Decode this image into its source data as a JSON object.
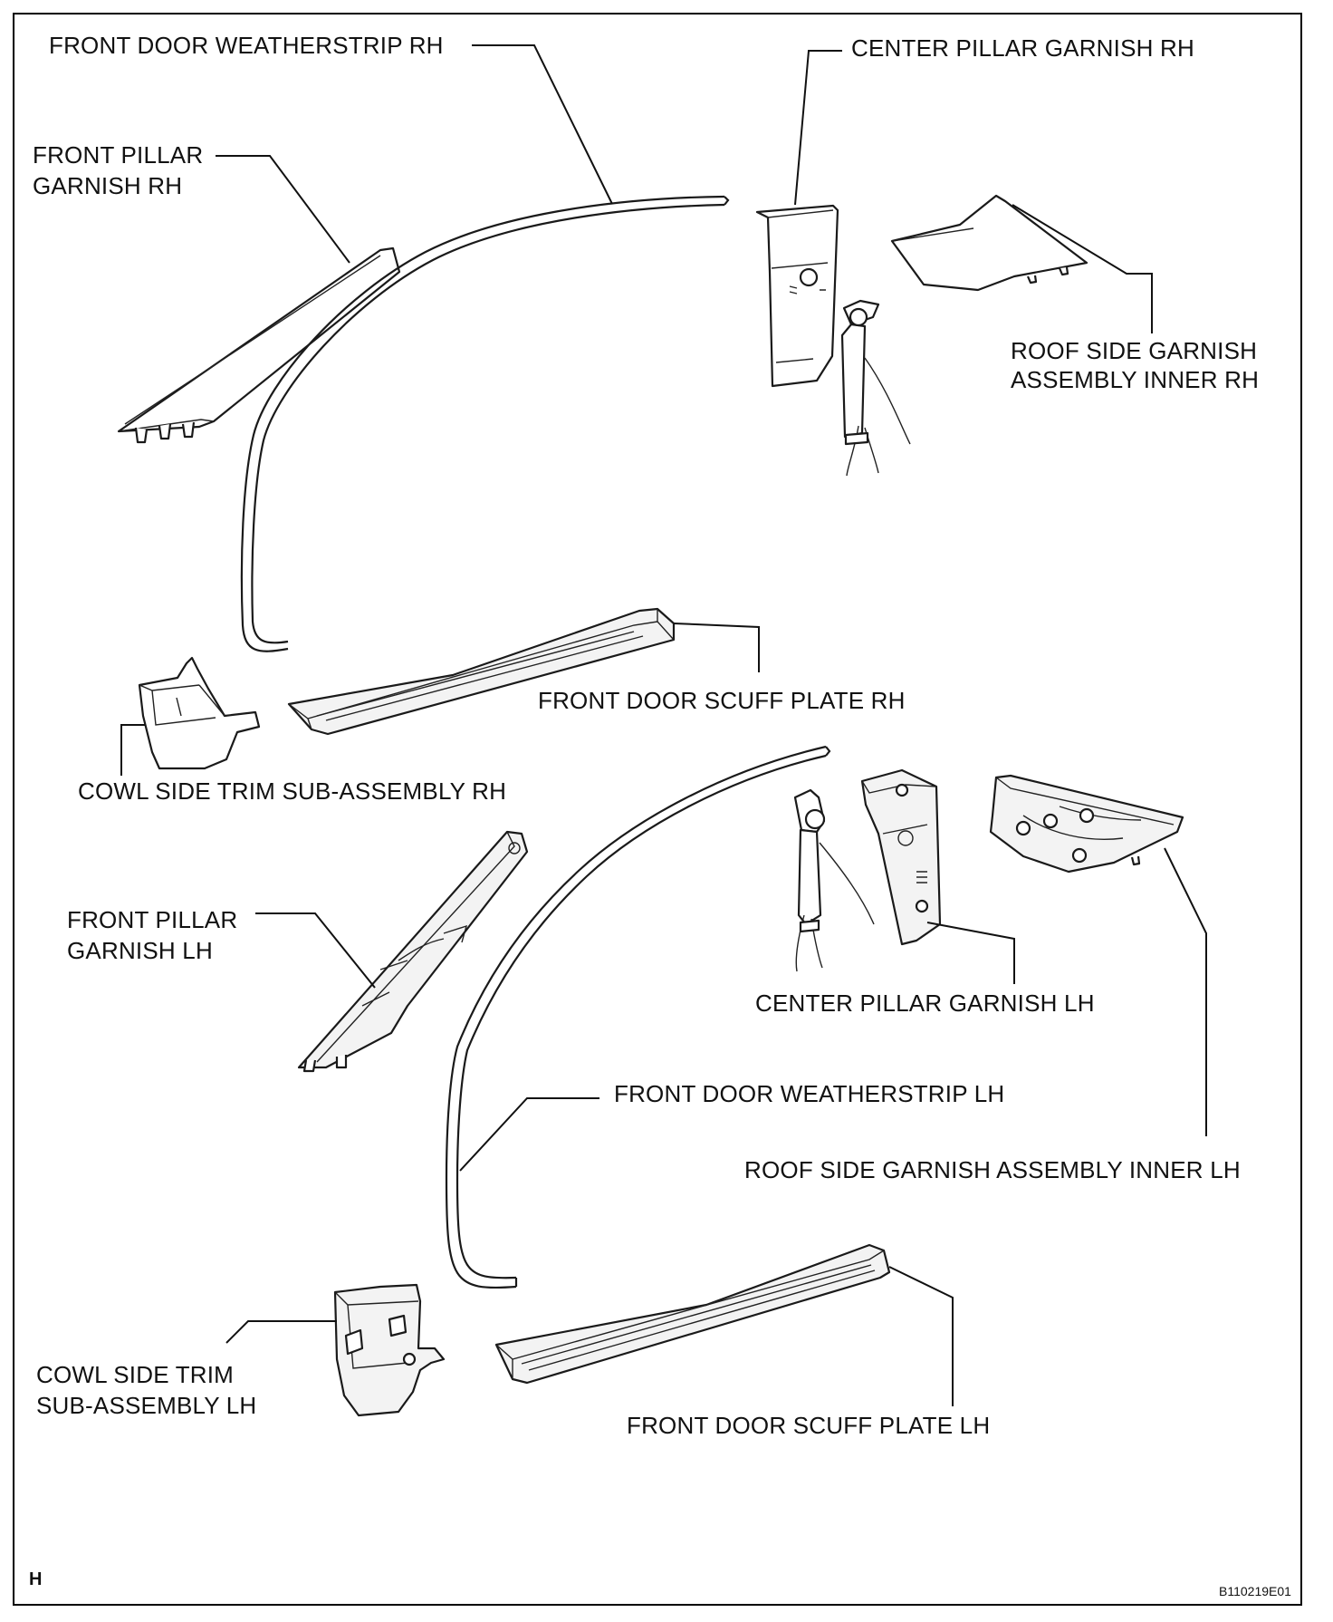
{
  "labels": {
    "front_door_weatherstrip_rh": "FRONT DOOR WEATHERSTRIP RH",
    "center_pillar_garnish_rh": "CENTER PILLAR GARNISH RH",
    "front_pillar_garnish_rh_line1": "FRONT PILLAR",
    "front_pillar_garnish_rh_line2": "GARNISH RH",
    "roof_side_garnish_rh_line1": "ROOF SIDE GARNISH",
    "roof_side_garnish_rh_line2": "ASSEMBLY INNER RH",
    "front_door_scuff_plate_rh": "FRONT DOOR SCUFF PLATE RH",
    "cowl_side_trim_rh": "COWL SIDE TRIM SUB-ASSEMBLY RH",
    "front_pillar_garnish_lh_line1": "FRONT PILLAR",
    "front_pillar_garnish_lh_line2": "GARNISH LH",
    "center_pillar_garnish_lh": "CENTER PILLAR GARNISH LH",
    "front_door_weatherstrip_lh": "FRONT DOOR WEATHERSTRIP LH",
    "roof_side_garnish_lh": "ROOF SIDE GARNISH ASSEMBLY INNER LH",
    "cowl_side_trim_lh_line1": "COWL SIDE TRIM",
    "cowl_side_trim_lh_line2": "SUB-ASSEMBLY LH",
    "front_door_scuff_plate_lh": "FRONT DOOR SCUFF PLATE LH"
  },
  "corner_mark": "H",
  "figure_code": "B110219E01"
}
